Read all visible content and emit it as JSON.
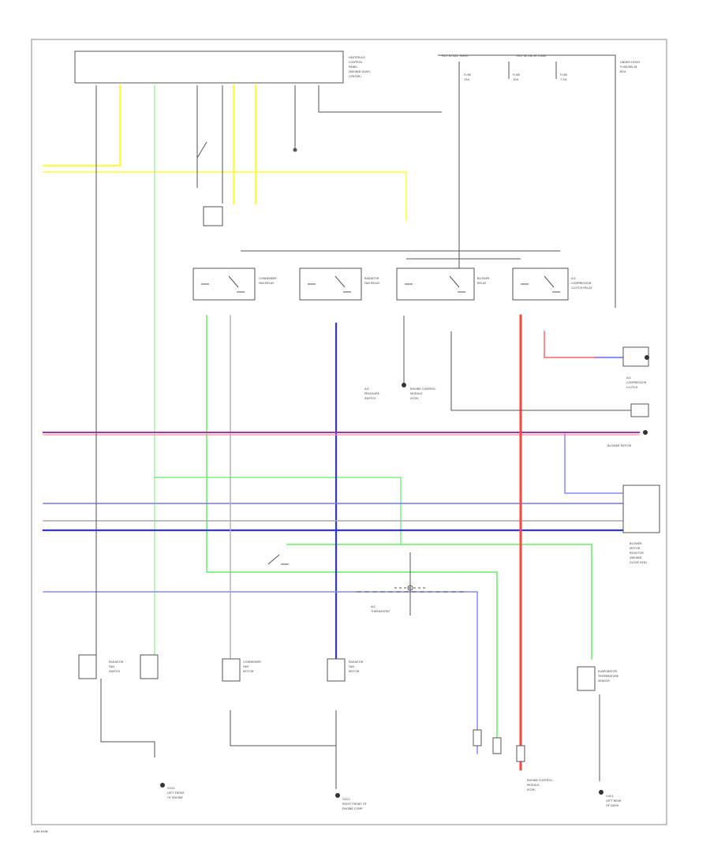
{
  "colors": {
    "background": "#ffffff",
    "frame": "#888888",
    "wire_default": "#555555",
    "wire_gray": "#aaaaaa",
    "wire_yellow": "#ffff33",
    "wire_green": "#66ee66",
    "wire_blue": "#4444ee",
    "wire_light_blue": "#8888ff",
    "wire_red": "#ff4444",
    "wire_pink": "#ff88aa",
    "wire_purple": "#aa33aa"
  },
  "labels": {
    "control_unit": [
      "HEATER-A/C",
      "CONTROL",
      "PANEL",
      "(BEHIND DASH,",
      "CENTER)"
    ],
    "hot_all_times": "HOT AT ALL TIMES",
    "hot_in_on": "HOT IN ON OR START",
    "fuse_1": [
      "FUSE",
      "15A"
    ],
    "fuse_2": [
      "FUSE",
      "10A"
    ],
    "fuse_3": [
      "FUSE",
      "7.5A"
    ],
    "underhood_box": [
      "UNDER-HOOD",
      "FUSE/RELAY",
      "BOX"
    ],
    "relay_1": [
      "CONDENSER",
      "FAN RELAY"
    ],
    "relay_2": [
      "RADIATOR",
      "FAN RELAY"
    ],
    "relay_3": [
      "BLOWER",
      "RELAY"
    ],
    "relay_4": [
      "A/C",
      "COMPRESSOR",
      "CLUTCH RELAY"
    ],
    "compressor": [
      "A/C",
      "COMPRESSOR",
      "CLUTCH"
    ],
    "blower_motor": "BLOWER MOTOR",
    "blower_resistor": [
      "BLOWER",
      "MOTOR",
      "RESISTOR",
      "(BEHIND",
      "GLOVE BOX)"
    ],
    "pressure_switch": [
      "A/C",
      "PRESSURE",
      "SWITCH"
    ],
    "condenser_fan_motor": [
      "CONDENSER",
      "FAN",
      "MOTOR"
    ],
    "radiator_fan_motor": [
      "RADIATOR",
      "FAN",
      "MOTOR"
    ],
    "temp_switch_left": [
      "RADIATOR",
      "FAN",
      "SWITCH"
    ],
    "temp_switch_b": [
      "A/C",
      "THERMOSTAT"
    ],
    "thermo_right": [
      "EVAPORATOR",
      "TEMPERATURE",
      "SENSOR"
    ],
    "ecm_label": [
      "ENGINE CONTROL",
      "MODULE",
      "(ECM)"
    ],
    "ground_1": [
      "G101",
      "LEFT FRONT",
      "OF ENGINE"
    ],
    "ground_2": [
      "G201",
      "RIGHT FRONT OF",
      "ENGINE COMP"
    ],
    "ground_3": [
      "G401",
      "LEFT REAR",
      "OF DASH"
    ],
    "page_code": "1/99 HON"
  }
}
